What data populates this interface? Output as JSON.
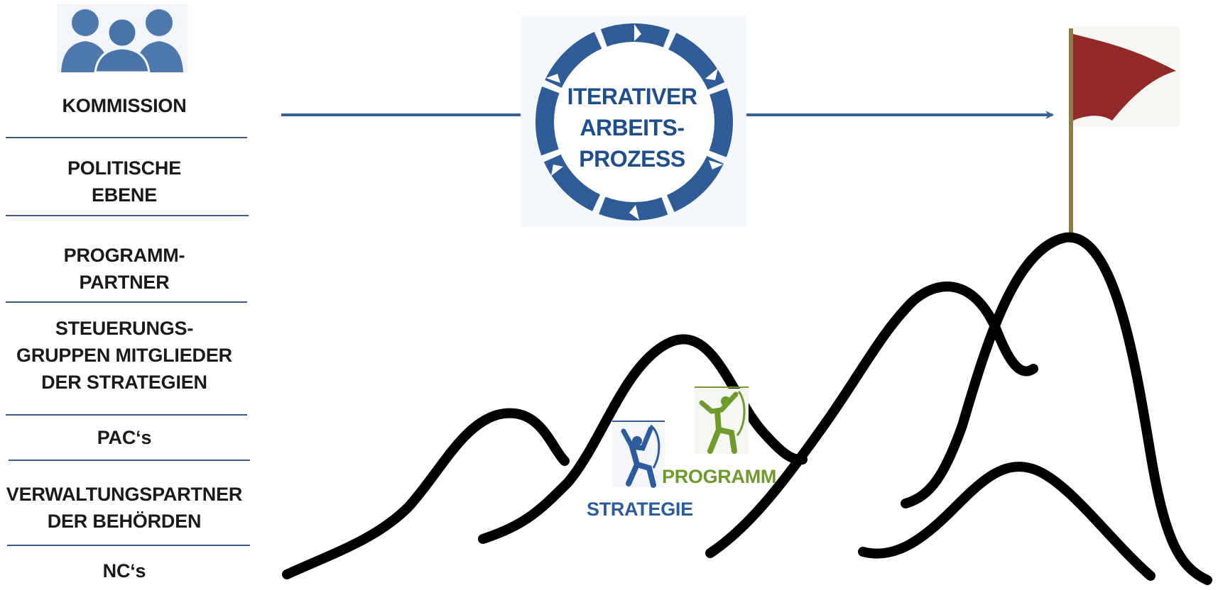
{
  "sidebar": {
    "items": [
      {
        "label_lines": [
          "KOMMISSION"
        ]
      },
      {
        "label_lines": [
          "POLITISCHE",
          "EBENE"
        ]
      },
      {
        "label_lines": [
          "PROGRAMM-",
          "PARTNER"
        ]
      },
      {
        "label_lines": [
          "STEUERUNGS-",
          "GRUPPEN MITGLIEDER",
          "DER STRATEGIEN"
        ]
      },
      {
        "label_lines": [
          "PAC‘s"
        ]
      },
      {
        "label_lines": [
          "VERWALTUNGSPARTNER",
          "DER BEHÖRDEN"
        ]
      },
      {
        "label_lines": [
          "NC‘s"
        ]
      }
    ],
    "icon": "people-group-icon"
  },
  "process": {
    "label_lines": [
      "ITERATIVER",
      "ARBEITS-",
      "PROZESS"
    ],
    "icon": "cycle-arrows-icon"
  },
  "goal": {
    "icon": "red-flag-icon"
  },
  "climbers": [
    {
      "label": "STRATEGIE",
      "icon": "climber-icon",
      "color": "#2e5b9c"
    },
    {
      "label": "PROGRAMM",
      "icon": "climber-icon",
      "color": "#6f9a2e"
    }
  ],
  "colors": {
    "navy": "#1f4e8a",
    "ring": "#2f5c96",
    "flag": "#922a2a",
    "pole": "#8b7d45",
    "divider": "#3b5a86",
    "mountains": "#000000"
  }
}
